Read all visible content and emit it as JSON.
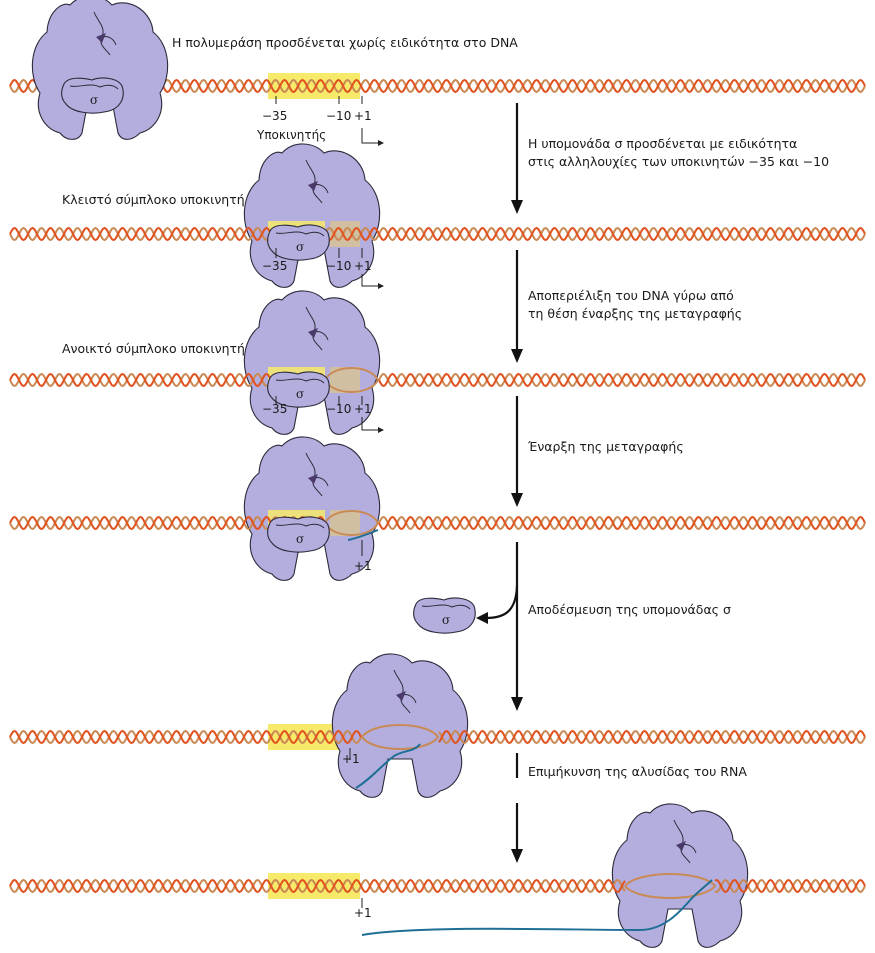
{
  "figure": {
    "steps": [
      {
        "id": "s1",
        "caption": "Η πολυμεράση προσδένεται χωρίς ειδικότητα στο DNA"
      },
      {
        "id": "s2",
        "caption": "Κλειστό σύμπλοκο υποκινητή"
      },
      {
        "id": "s3",
        "caption": "Ανοικτό σύμπλοκο υποκινητή"
      }
    ],
    "transitions": [
      {
        "line1": "Η υπομονάδα σ προσδένεται με ειδικότητα",
        "line2": "στις αλληλουχίες των υποκινητών −35 και −10"
      },
      {
        "line1": "Αποπεριέλιξη του DNA γύρω από",
        "line2": "τη θέση έναρξης της μεταγραφής"
      },
      {
        "line1": "Έναρξη της μεταγραφής",
        "line2": ""
      },
      {
        "line1": "Αποδέσμευση της υπομονάδας σ",
        "line2": ""
      },
      {
        "line1": "Επιμήκυνση της αλυσίδας του RNA",
        "line2": ""
      }
    ],
    "labels": {
      "minus35": "−35",
      "minus10": "−10",
      "plus1": "+1",
      "promoter": "Υποκινητής",
      "sigma": "σ"
    },
    "colors": {
      "dna_strand_1": "#c98a55",
      "dna_strand_2": "#e0521e",
      "promoter_highlight": "#f7ea6b",
      "polymerase": "#b3aede",
      "rna": "#1f6f95"
    }
  }
}
